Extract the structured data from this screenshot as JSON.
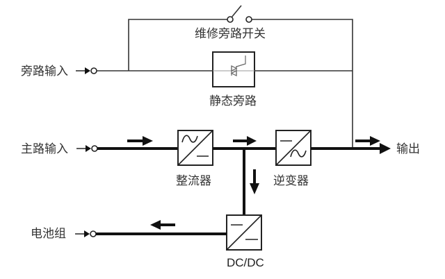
{
  "diagram": {
    "type": "UPS power flow block diagram",
    "inputs": {
      "bypass_input": "旁路输入",
      "main_input": "主路输入",
      "battery": "电池组"
    },
    "output": "输出",
    "components": {
      "maintenance_bypass_switch": "维修旁路开关",
      "static_bypass": "静态旁路",
      "rectifier": "整流器",
      "inverter": "逆变器",
      "dcdc": "DC/DC"
    },
    "flow_directions": {
      "main_path": "right",
      "to_battery_branch": "down",
      "battery_line": "left",
      "output": "right"
    },
    "colors": {
      "line": "#111111",
      "text": "#333333",
      "background": "#ffffff"
    }
  }
}
